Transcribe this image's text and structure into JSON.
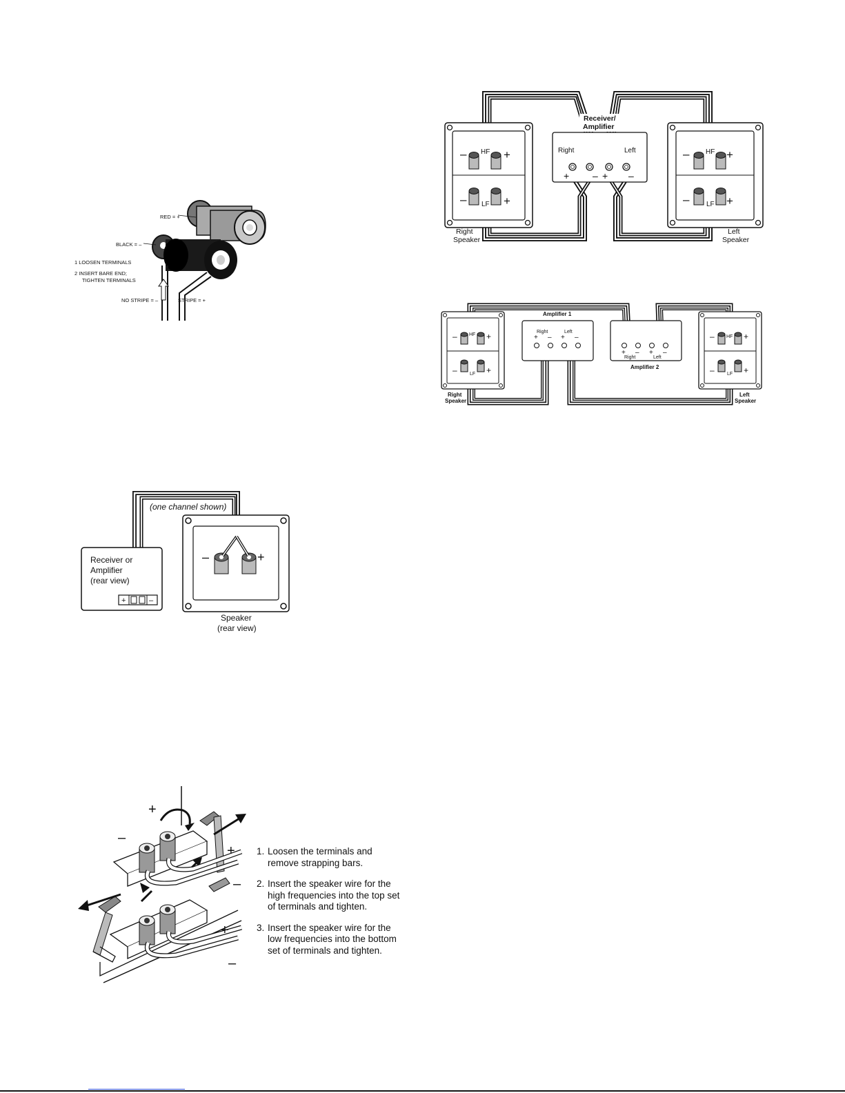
{
  "terminal_detail": {
    "red_label": "RED = +",
    "black_label": "BLACK = –",
    "step1": "1  LOOSEN TERMINALS",
    "step2_line1": "2  INSERT BARE END;",
    "step2_line2": "TIGHTEN TERMINALS",
    "no_stripe": "NO STRIPE = –",
    "stripe": "STRIPE = +"
  },
  "single_channel": {
    "note": "(one channel shown)",
    "receiver_line1": "Receiver or",
    "receiver_line2": "Amplifier",
    "receiver_line3": "(rear view)",
    "speaker_line1": "Speaker",
    "speaker_line2": "(rear view)",
    "plus": "+",
    "minus": "–"
  },
  "biwire": {
    "receiver_line1": "Receiver/",
    "receiver_line2": "Amplifier",
    "right": "Right",
    "left": "Left",
    "hf": "HF",
    "lf": "LF",
    "right_speaker_line1": "Right",
    "right_speaker_line2": "Speaker",
    "left_speaker_line1": "Left",
    "left_speaker_line2": "Speaker",
    "plus": "+",
    "minus": "–"
  },
  "biamp": {
    "amp1": "Amplifier 1",
    "amp2": "Amplifier 2",
    "right": "Right",
    "left": "Left",
    "hf": "HF",
    "lf": "LF",
    "right_speaker_line1": "Right",
    "right_speaker_line2": "Speaker",
    "left_speaker_line1": "Left",
    "left_speaker_line2": "Speaker",
    "plus": "+",
    "minus": "–"
  },
  "strapping": {
    "plus": "+",
    "minus": "–",
    "steps": [
      {
        "num": "1.",
        "text": "Loosen the terminals and remove strapping bars."
      },
      {
        "num": "2.",
        "text": "Insert the speaker wire for the high frequencies into the top set of terminals and tighten."
      },
      {
        "num": "3.",
        "text": "Insert the speaker wire for the low frequencies into the bottom set of terminals and tighten."
      }
    ]
  }
}
